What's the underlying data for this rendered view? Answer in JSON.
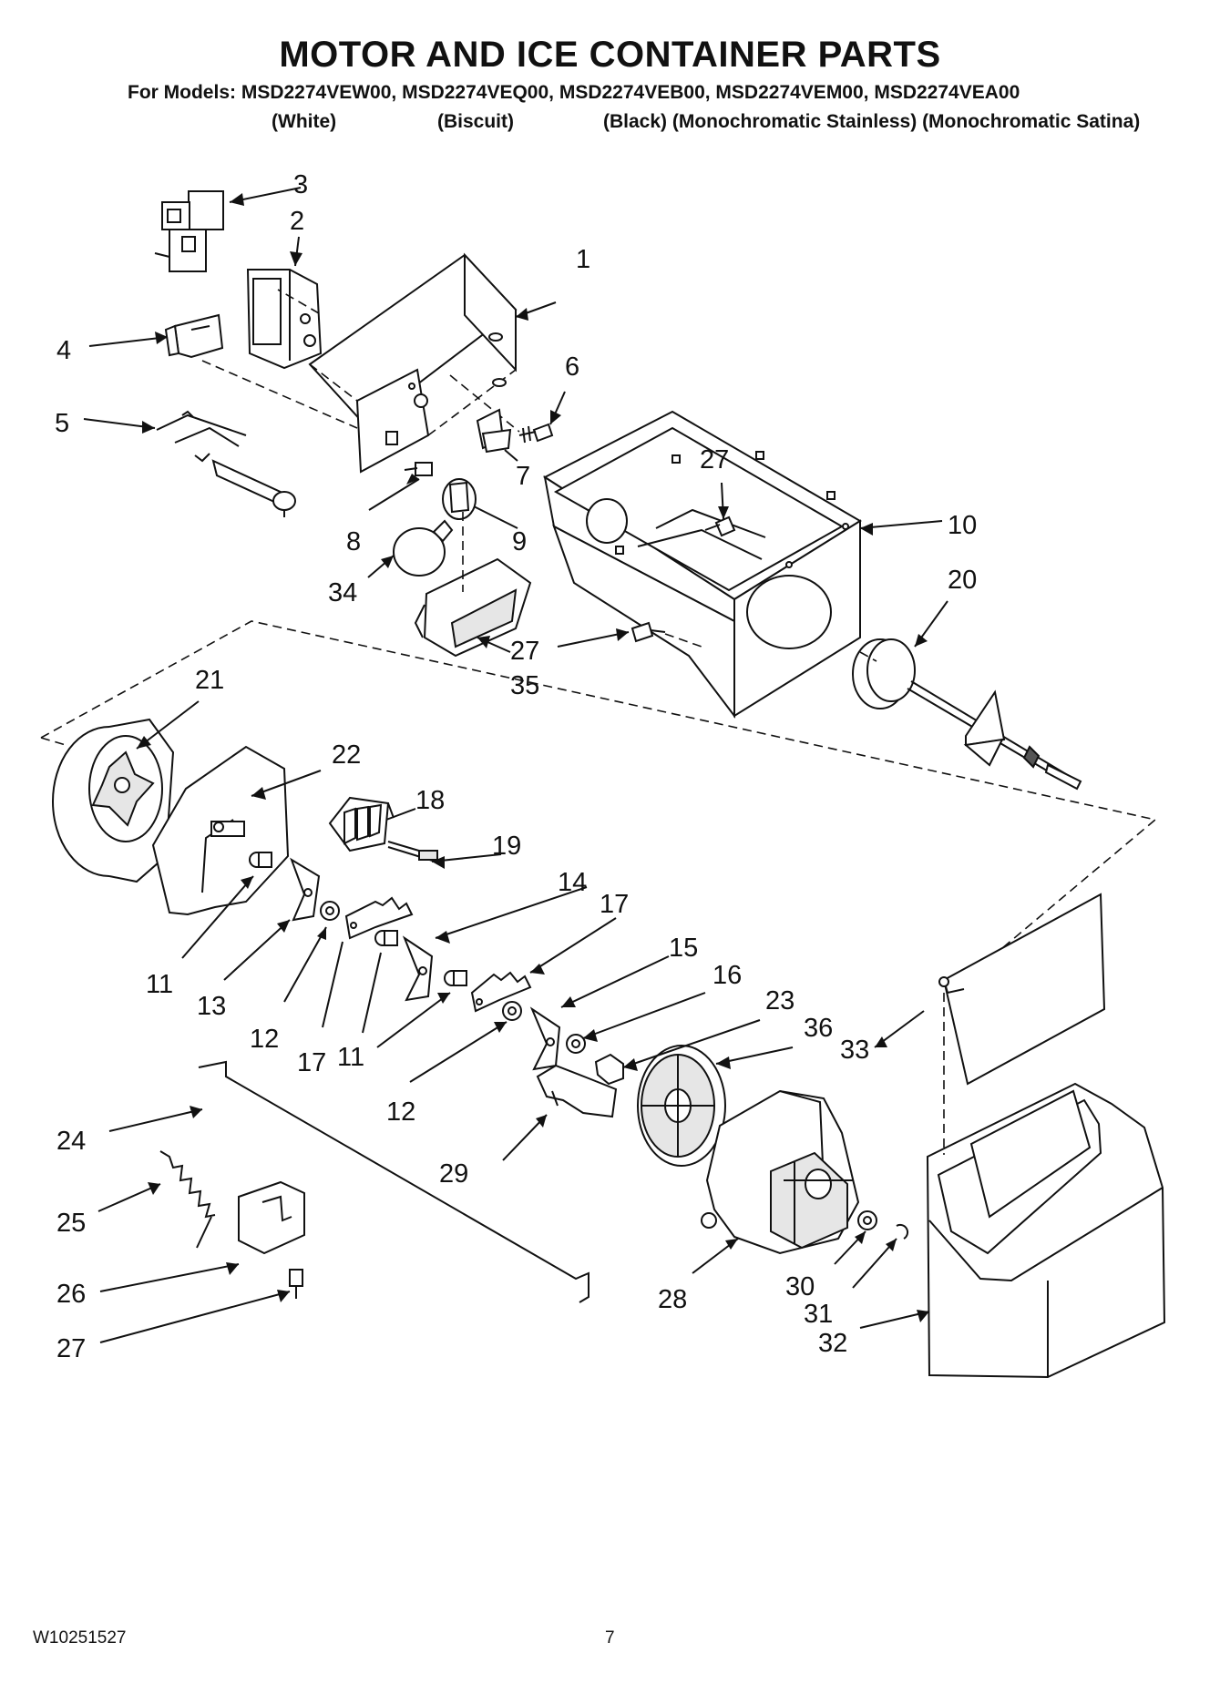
{
  "header": {
    "title": "MOTOR AND ICE CONTAINER PARTS",
    "models_line": "For Models: MSD2274VEW00, MSD2274VEQ00, MSD2274VEB00, MSD2274VEM00, MSD2274VEA00",
    "colors": [
      "(White)",
      "(Biscuit)",
      "(Black) (Monochromatic Stainless) (Monochromatic Satina)"
    ]
  },
  "footer": {
    "doc_number": "W10251527",
    "page_number": "7"
  },
  "callouts": [
    "1",
    "2",
    "3",
    "4",
    "5",
    "6",
    "7",
    "8",
    "9",
    "10",
    "11",
    "11",
    "12",
    "12",
    "13",
    "14",
    "15",
    "16",
    "17",
    "17",
    "18",
    "19",
    "20",
    "21",
    "22",
    "23",
    "24",
    "25",
    "26",
    "27",
    "27",
    "27",
    "28",
    "29",
    "30",
    "31",
    "32",
    "33",
    "34",
    "35",
    "36"
  ]
}
